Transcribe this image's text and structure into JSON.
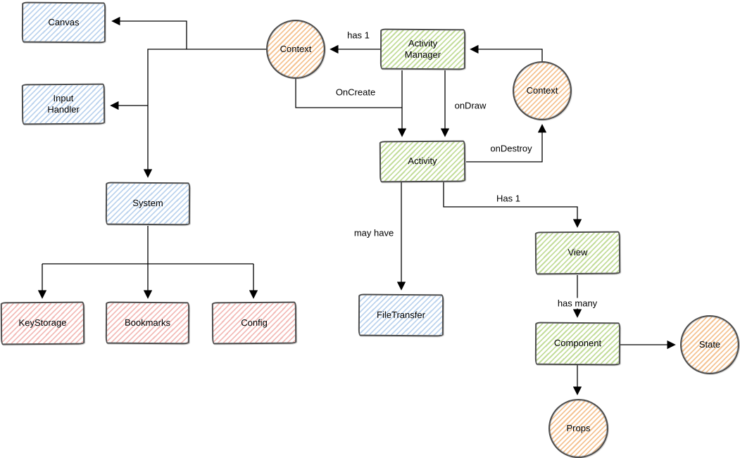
{
  "diagram": {
    "nodes": [
      {
        "label": "Canvas",
        "shape": "rectangle",
        "palette": "blue"
      },
      {
        "label": "Input Handler",
        "shape": "rectangle",
        "palette": "blue"
      },
      {
        "label": "System",
        "shape": "rectangle",
        "palette": "blue"
      },
      {
        "label": "KeyStorage",
        "shape": "rectangle",
        "palette": "red"
      },
      {
        "label": "Bookmarks",
        "shape": "rectangle",
        "palette": "red"
      },
      {
        "label": "Config",
        "shape": "rectangle",
        "palette": "red"
      },
      {
        "label": "Activity Manager",
        "shape": "rectangle",
        "palette": "green"
      },
      {
        "label": "Activity",
        "shape": "rectangle",
        "palette": "green"
      },
      {
        "label": "FileTransfer",
        "shape": "rectangle",
        "palette": "blue"
      },
      {
        "label": "View",
        "shape": "rectangle",
        "palette": "green"
      },
      {
        "label": "Component",
        "shape": "rectangle",
        "palette": "green"
      },
      {
        "label": "Context",
        "shape": "circle",
        "palette": "orange"
      },
      {
        "label": "Context",
        "shape": "circle",
        "palette": "orange"
      },
      {
        "label": "State",
        "shape": "circle",
        "palette": "orange"
      },
      {
        "label": "Props",
        "shape": "circle",
        "palette": "orange"
      }
    ],
    "edge_labels": [
      {
        "text": "has 1"
      },
      {
        "text": "OnCreate"
      },
      {
        "text": "onDraw"
      },
      {
        "text": "onDestroy"
      },
      {
        "text": "may have"
      },
      {
        "text": "Has 1"
      },
      {
        "text": "has many"
      }
    ],
    "edges": [
      {
        "from": "Activity Manager",
        "to": "Context (left)",
        "label": "has 1"
      },
      {
        "from": "Context (left)",
        "to": "Canvas",
        "label": ""
      },
      {
        "from": "Context (left)",
        "to": "Input Handler",
        "label": ""
      },
      {
        "from": "Context (left)",
        "to": "System",
        "label": ""
      },
      {
        "from": "Context (left)",
        "to": "Activity",
        "label": "OnCreate"
      },
      {
        "from": "Activity Manager",
        "to": "Activity",
        "label": "onDraw"
      },
      {
        "from": "Context (right)",
        "to": "Activity Manager",
        "label": ""
      },
      {
        "from": "Activity",
        "to": "Context (right)",
        "label": "onDestroy"
      },
      {
        "from": "System",
        "to": "KeyStorage",
        "label": ""
      },
      {
        "from": "System",
        "to": "Bookmarks",
        "label": ""
      },
      {
        "from": "System",
        "to": "Config",
        "label": ""
      },
      {
        "from": "Activity",
        "to": "FileTransfer",
        "label": "may have"
      },
      {
        "from": "Activity",
        "to": "View",
        "label": "Has 1"
      },
      {
        "from": "View",
        "to": "Component",
        "label": "has many"
      },
      {
        "from": "Component",
        "to": "State",
        "label": ""
      },
      {
        "from": "Component",
        "to": "Props",
        "label": ""
      }
    ],
    "colors": {
      "blue_hatch": "#bdd4ee",
      "green_hatch": "#c3dd9b",
      "red_hatch": "#f3bcb9",
      "orange_hatch": "#f5c392",
      "shape_border": "#4d4d4d",
      "edge_line": "#000000"
    }
  }
}
